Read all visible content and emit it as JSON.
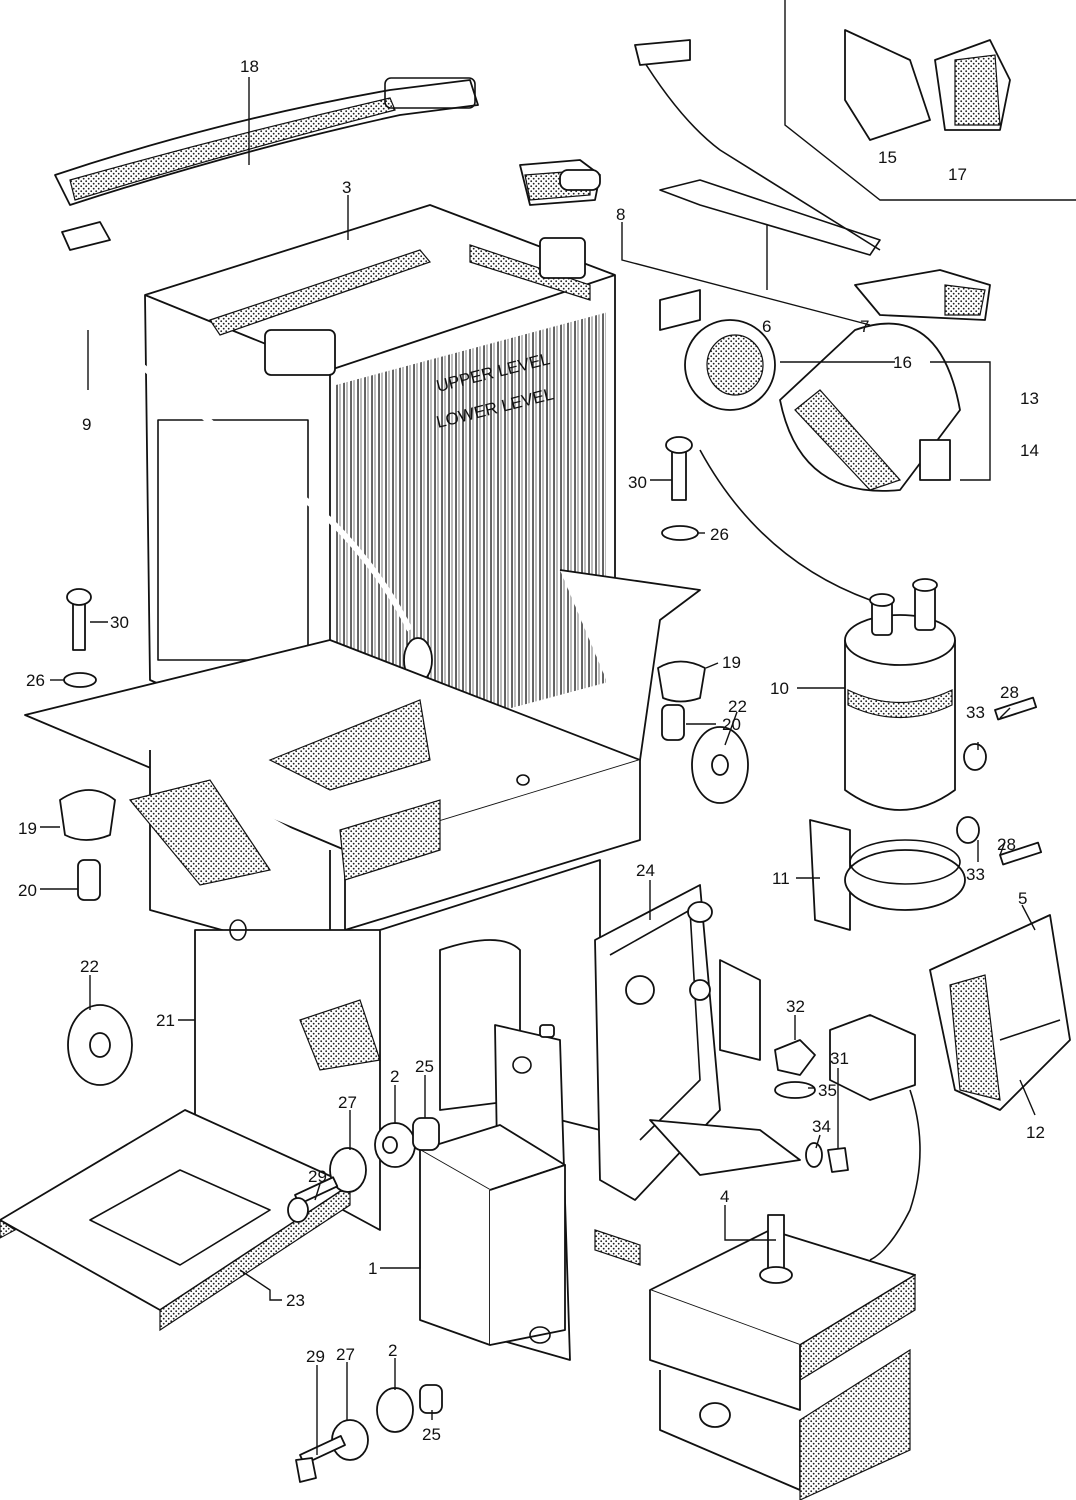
{
  "labels": {
    "p1": "1",
    "p2a": "2",
    "p2b": "2",
    "p3": "3",
    "p4": "4",
    "p5": "5",
    "p6": "6",
    "p7": "7",
    "p8": "8",
    "p9": "9",
    "p10": "10",
    "p11": "11",
    "p12": "12",
    "p13": "13",
    "p14": "14",
    "p15": "15",
    "p16": "16",
    "p17": "17",
    "p18": "18",
    "p19a": "19",
    "p19b": "19",
    "p20a": "20",
    "p20b": "20",
    "p21": "21",
    "p22a": "22",
    "p22b": "22",
    "p23": "23",
    "p24": "24",
    "p25a": "25",
    "p25b": "25",
    "p26a": "26",
    "p26b": "26",
    "p27a": "27",
    "p27b": "27",
    "p28a": "28",
    "p28b": "28",
    "p29a": "29",
    "p29b": "29",
    "p30a": "30",
    "p30b": "30",
    "p31": "31",
    "p32": "32",
    "p33a": "33",
    "p33b": "33",
    "p34": "34",
    "p35": "35"
  },
  "battery_text": {
    "upper": "UPPER LEVEL",
    "lower": "LOWER LEVEL"
  }
}
